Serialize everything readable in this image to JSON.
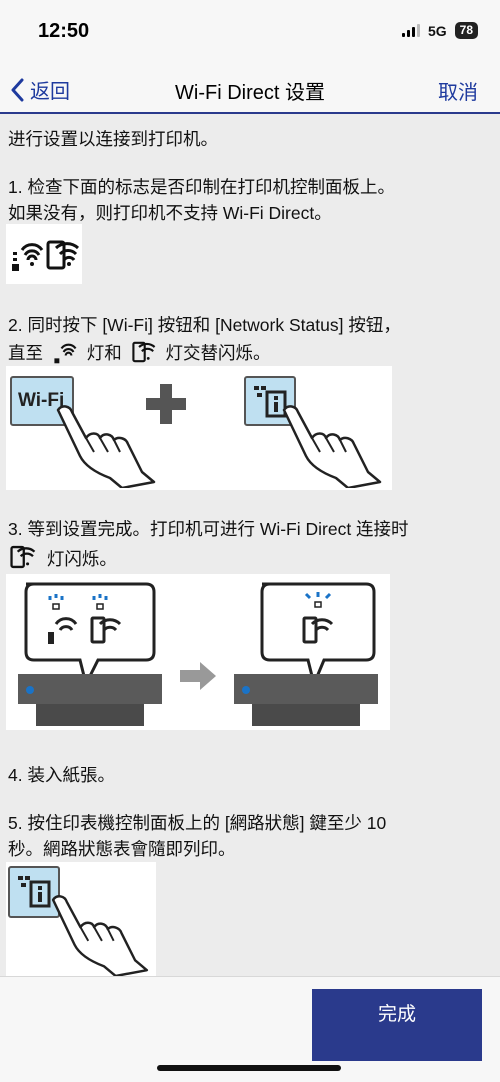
{
  "status_bar": {
    "time": "12:50",
    "network": "5G",
    "battery": "78"
  },
  "nav": {
    "back_label": "返回",
    "title": "Wi-Fi Direct 设置",
    "cancel_label": "取消"
  },
  "content": {
    "intro": "进行设置以连接到打印机。",
    "step1_line1": "1. 检查下面的标志是否印制在打印机控制面板上。",
    "step1_line2": "如果没有，则打印机不支持 Wi-Fi Direct。",
    "step2_line1": "2. 同时按下 [Wi-Fi] 按钮和 [Network Status] 按钮，",
    "step2_prefix": "直至",
    "step2_mid": "灯和",
    "step2_suffix": "灯交替闪烁。",
    "wifi_key_label": "Wi-Fi",
    "step3_line1": "3. 等到设置完成。打印机可进行 Wi-Fi Direct 连接时",
    "step3_suffix": "灯闪烁。",
    "step4": "4. 装入紙張。",
    "step5_line1": "5. 按住印表機控制面板上的 [網路狀態] 鍵至少 10",
    "step5_line2": "秒。網路狀態表會隨即列印。"
  },
  "footer": {
    "done_label": "完成"
  },
  "colors": {
    "accent": "#2a3a8c",
    "link": "#1e3a9e",
    "key_blue": "#bfe0f1",
    "led_blue": "#1a73c7"
  },
  "icons": [
    "chevron-left-icon",
    "wifi-icon",
    "wifi-direct-icon",
    "network-status-icon",
    "pointing-hand-icon",
    "plus-icon",
    "arrow-right-icon",
    "printer-icon"
  ]
}
